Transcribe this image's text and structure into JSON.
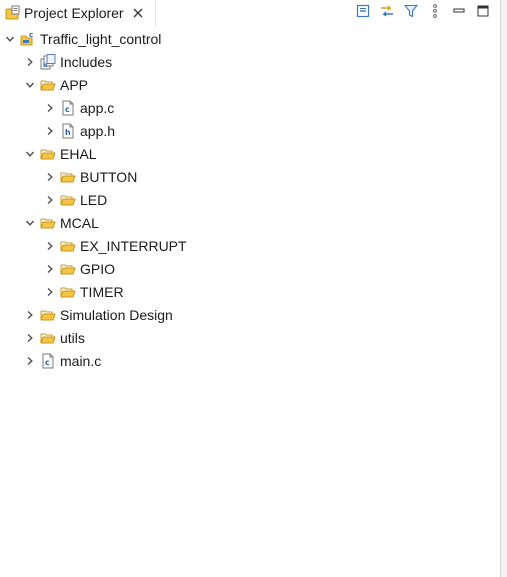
{
  "view": {
    "tab_title": "Project Explorer",
    "close_symbol": "×"
  },
  "toolbar": {
    "buttons": [
      {
        "icon": "collapse-all-icon"
      },
      {
        "icon": "link-with-editor-icon"
      },
      {
        "icon": "filter-icon"
      },
      {
        "icon": "view-menu-icon"
      },
      {
        "icon": "minimize-icon"
      },
      {
        "icon": "maximize-icon"
      }
    ]
  },
  "tree": {
    "project": "Traffic_light_control",
    "includes": "Includes",
    "app": {
      "label": "APP",
      "children": [
        "app.c",
        "app.h"
      ]
    },
    "ehal": {
      "label": "EHAL",
      "children": [
        "BUTTON",
        "LED"
      ]
    },
    "mcal": {
      "label": "MCAL",
      "children": [
        "EX_INTERRUPT",
        "GPIO",
        "TIMER"
      ]
    },
    "simulation": "Simulation Design",
    "utils": "utils",
    "main": "main.c"
  },
  "colors": {
    "folder_fill": "#f5c542",
    "folder_stroke": "#c7951c",
    "chevron": "#505050",
    "toolbar_blue": "#3a78c3"
  }
}
